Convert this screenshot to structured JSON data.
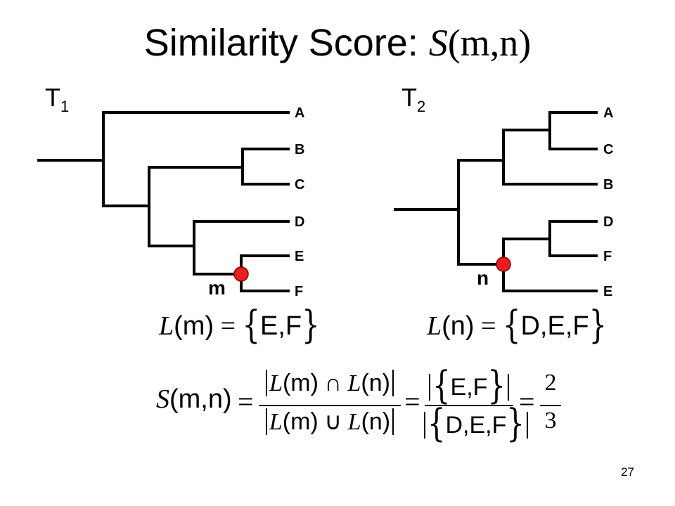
{
  "title": {
    "prefix": "Similarity Score: ",
    "function": "S",
    "args": "(m,n)"
  },
  "trees": {
    "t1": {
      "label": "T",
      "sub": "1",
      "leaves": [
        "A",
        "B",
        "C",
        "D",
        "E",
        "F"
      ],
      "node": "m"
    },
    "t2": {
      "label": "T",
      "sub": "2",
      "leaves": [
        "A",
        "C",
        "B",
        "D",
        "F",
        "E"
      ],
      "node": "n"
    }
  },
  "equations": {
    "lm": {
      "fn": "L",
      "arg": "(m)",
      "eq": "=",
      "set": "E,F"
    },
    "ln": {
      "fn": "L",
      "arg": "(n)",
      "eq": "=",
      "set": "D,E,F"
    },
    "score": {
      "lhs_fn": "S",
      "lhs_arg": "(m,n)",
      "eq": "=",
      "num_fn1": "L",
      "num_arg1": "(m)",
      "cap": "∩",
      "num_fn2": "L",
      "num_arg2": "(n)",
      "den_fn1": "L",
      "den_arg1": "(m)",
      "cup": "∪",
      "den_fn2": "L",
      "den_arg2": "(n)",
      "num_set": "E,F",
      "den_set": "D,E,F",
      "result_num": "2",
      "result_den": "3"
    }
  },
  "page_number": "27",
  "colors": {
    "node_fill": "#ee1c1c",
    "node_stroke": "#8a0000",
    "line": "#000000"
  }
}
